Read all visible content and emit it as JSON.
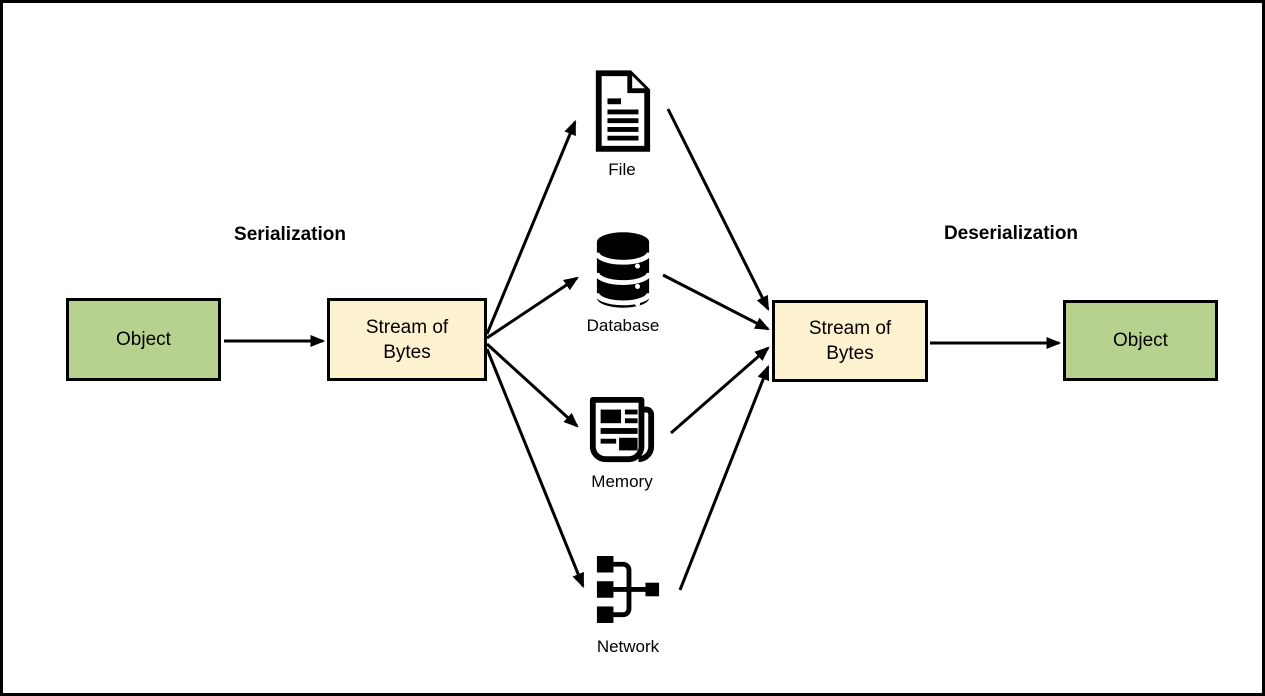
{
  "diagram": {
    "process_labels": {
      "serialization": "Serialization",
      "deserialization": "Deserialization"
    },
    "nodes": {
      "source_object": "Object",
      "stream_left": "Stream of Bytes",
      "stream_right": "Stream of Bytes",
      "dest_object": "Object"
    },
    "media": [
      {
        "label": "File",
        "icon": "file-icon"
      },
      {
        "label": "Database",
        "icon": "database-icon"
      },
      {
        "label": "Memory",
        "icon": "memory-icon"
      },
      {
        "label": "Network",
        "icon": "network-icon"
      }
    ],
    "colors": {
      "object_fill": "#b6d28e",
      "stream_fill": "#fdf2d0",
      "stroke": "#000000",
      "background": "#ffffff"
    }
  }
}
